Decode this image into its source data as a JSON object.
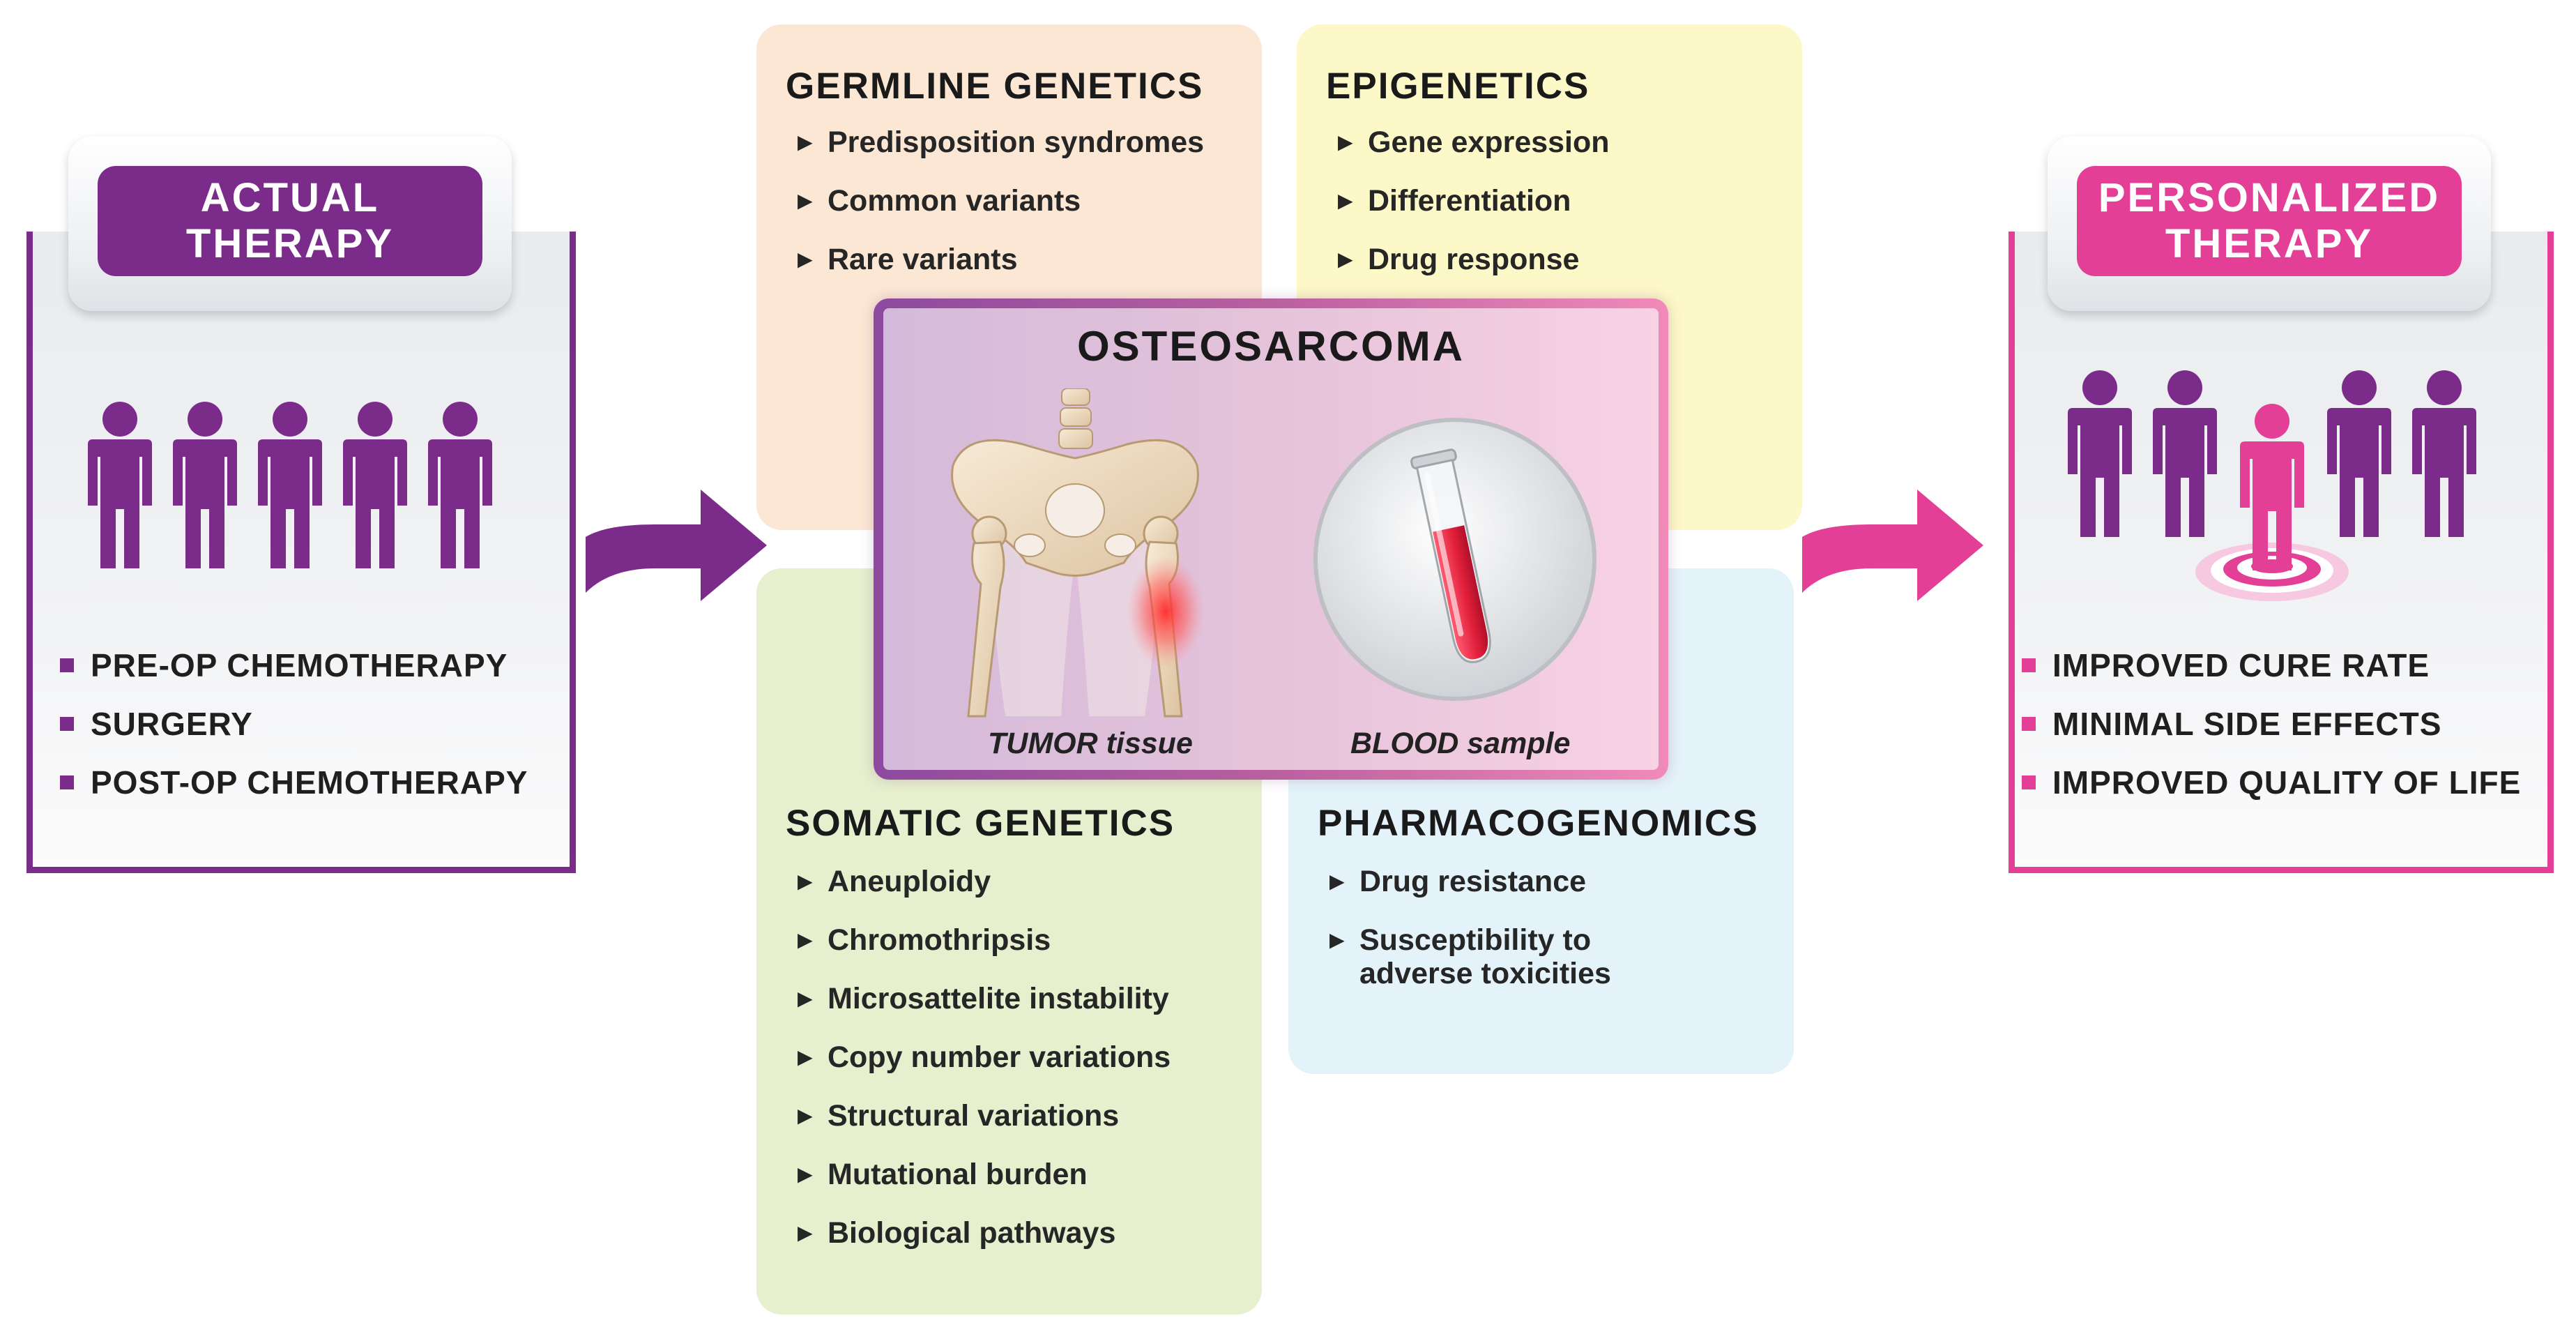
{
  "actual_therapy": {
    "title": "ACTUAL\nTHERAPY",
    "bullets": [
      "PRE-OP CHEMOTHERAPY",
      "SURGERY",
      "POST-OP CHEMOTHERAPY"
    ]
  },
  "personalized_therapy": {
    "title": "PERSONALIZED\nTHERAPY",
    "bullets": [
      "IMPROVED CURE RATE",
      "MINIMAL SIDE EFFECTS",
      "IMPROVED QUALITY OF LIFE"
    ]
  },
  "germline": {
    "title": "GERMLINE GENETICS",
    "items": [
      "Predisposition syndromes",
      "Common variants",
      "Rare variants"
    ]
  },
  "epigenetics": {
    "title": "EPIGENETICS",
    "items": [
      "Gene expression",
      "Differentiation",
      "Drug response"
    ]
  },
  "somatic": {
    "title": "SOMATIC GENETICS",
    "items": [
      "Aneuploidy",
      "Chromothripsis",
      "Microsattelite instability",
      "Copy number variations",
      "Structural variations",
      "Mutational burden",
      "Biological pathways"
    ]
  },
  "pharmacogenomics": {
    "title": "PHARMACOGENOMICS",
    "items": [
      "Drug resistance",
      "Susceptibility to\nadverse toxicities"
    ]
  },
  "center": {
    "title": "OSTEOSARCOMA",
    "tumor_caption": "TUMOR tissue",
    "blood_caption": "BLOOD sample"
  },
  "colors": {
    "purple": "#7b2c8b",
    "pink": "#e33f97",
    "germline_bg": "#fbe7d4",
    "epigenetics_bg": "#fdf8c8",
    "somatic_bg": "#e6efce",
    "pharmacogenomics_bg": "#e4f2f9"
  },
  "icons": [
    "person-icon",
    "target-icon",
    "arrow-right-icon",
    "pelvis-illustration",
    "test-tube-icon",
    "triangle-bullet-icon",
    "square-bullet-icon"
  ]
}
